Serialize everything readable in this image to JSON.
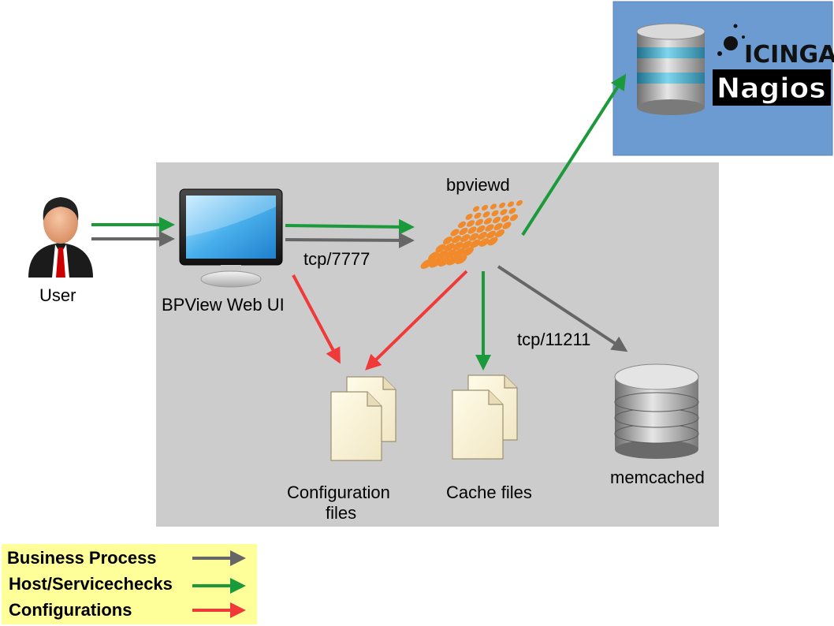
{
  "labels": {
    "user": "User",
    "web_ui": "BPView Web UI",
    "daemon": "bpviewd",
    "port_web": "tcp/7777",
    "port_memcached": "tcp/11211",
    "config_files_line1": "Configuration",
    "config_files_line2": "files",
    "cache_files": "Cache files",
    "memcached": "memcached"
  },
  "backend": {
    "icinga_logo": "ICINGA",
    "nagios_logo": "Nagios"
  },
  "legend": [
    {
      "label": "Business Process",
      "color": "#666666"
    },
    {
      "label": "Host/Servicechecks",
      "color": "#1a9a3a"
    },
    {
      "label": "Configurations",
      "color": "#f03a3a"
    }
  ],
  "colors": {
    "panel": "#cccccc",
    "backend_panel": "#6b9bd0",
    "legend_bg": "#ffff99",
    "gray": "#666666",
    "green": "#1a9a3a",
    "red": "#f03a3a",
    "daemon_orange": "#f08a2a"
  },
  "icons": {
    "user": "user-icon",
    "monitor": "monitor-icon",
    "daemon": "bpviewd-logo-icon",
    "backend_db": "database-icon",
    "config_files": "documents-icon",
    "cache_files": "documents-icon",
    "memcached": "database-icon"
  }
}
